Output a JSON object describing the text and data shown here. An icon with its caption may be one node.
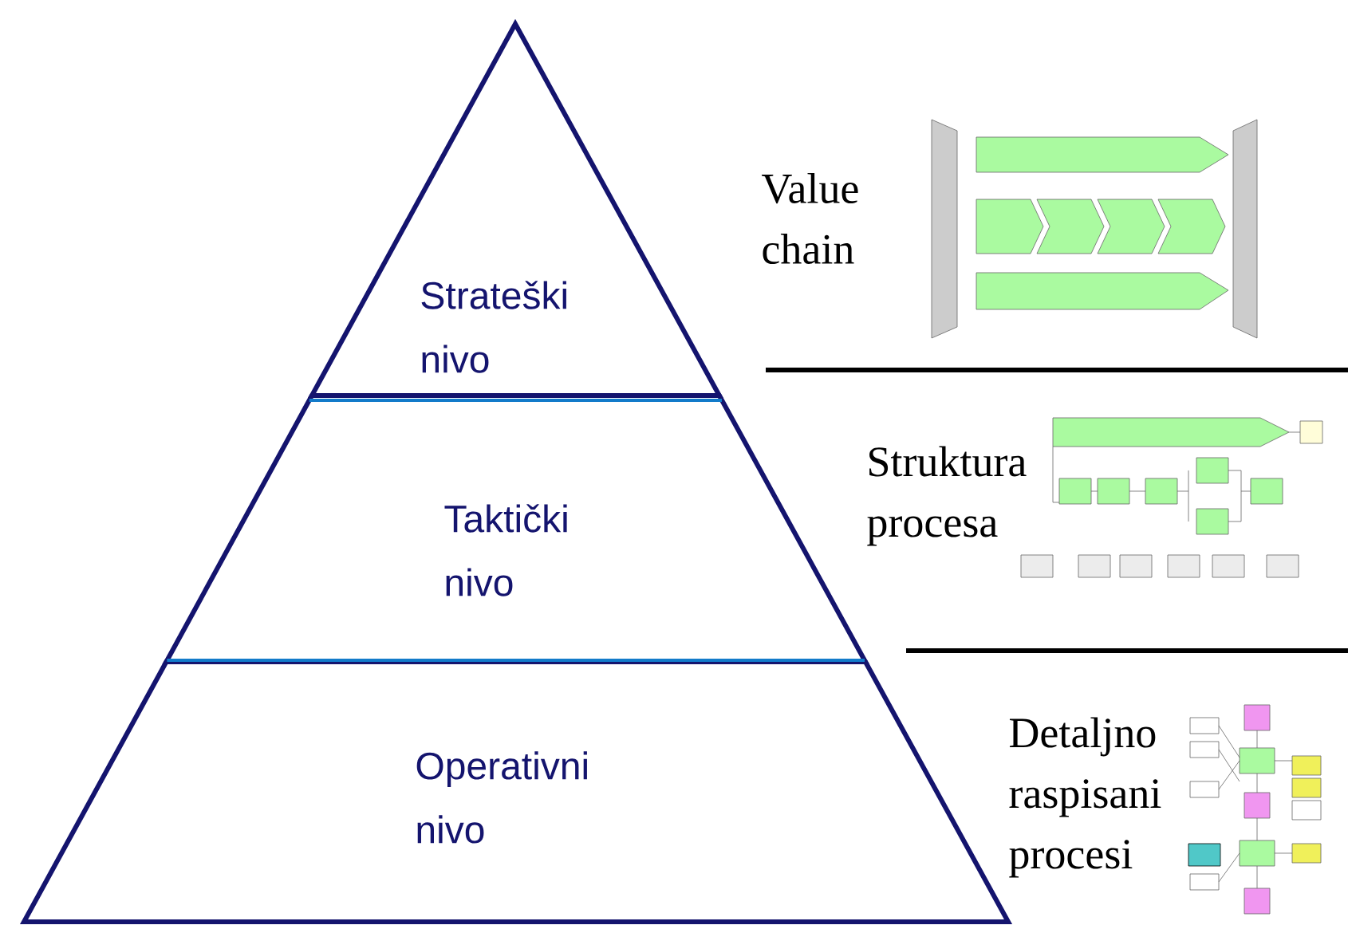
{
  "diagram": {
    "nodes": [
      {
        "text": [
          "Strateški nivo"
        ]
      },
      {
        "text": [
          "Taktički nivo"
        ]
      },
      {
        "text": [
          "Operativni nivo"
        ]
      }
    ],
    "labels": [
      "Value chain",
      "Struktura procesa",
      "Detaljno raspisani procesi"
    ]
  }
}
